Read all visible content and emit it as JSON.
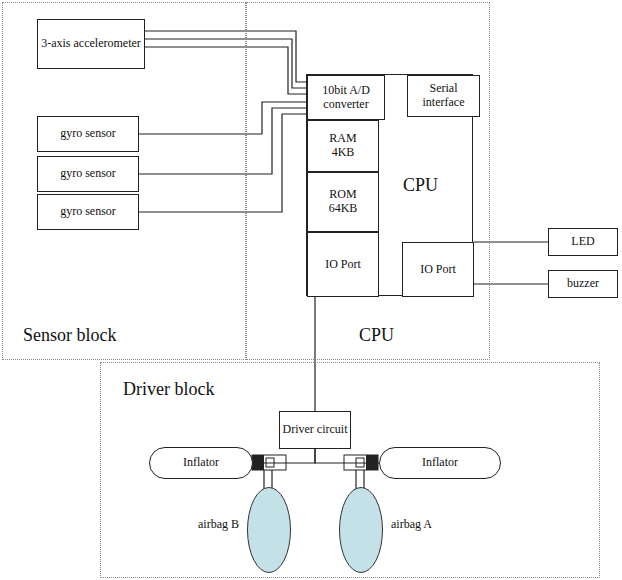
{
  "diagram": {
    "nodes": [
      {
        "text": [
          "Sensor block"
        ]
      },
      {
        "text": [
          "3-axis accelerometer"
        ],
        "in": 0
      },
      {
        "text": [
          "gyro sensor"
        ],
        "in": 0
      },
      {
        "text": [
          "gyro sensor"
        ],
        "in": 0
      },
      {
        "text": [
          "gyro sensor"
        ],
        "in": 0
      },
      {
        "text": [
          "CPU"
        ]
      },
      {
        "text": [
          "CPU"
        ],
        "in": 5
      },
      {
        "text": [
          "10bit A/D converter"
        ],
        "in": 6
      },
      {
        "text": [
          "Serial interface"
        ],
        "in": 6
      },
      {
        "text": [
          "RAM 4KB"
        ],
        "in": 6
      },
      {
        "text": [
          "ROM 64KB"
        ],
        "in": 6
      },
      {
        "text": [
          "IO Port"
        ],
        "in": 6
      },
      {
        "text": [
          "IO Port"
        ],
        "in": 6
      },
      {
        "text": [
          "LED"
        ]
      },
      {
        "text": [
          "buzzer"
        ]
      },
      {
        "text": [
          "Driver block"
        ]
      },
      {
        "text": [
          "Driver circuit"
        ],
        "in": 15
      },
      {
        "text": [
          "Inflator"
        ],
        "in": 15
      },
      {
        "text": [
          "Inflator"
        ],
        "in": 15
      },
      {
        "text": [
          "airbag B"
        ],
        "in": 15
      },
      {
        "text": [
          "airbag A"
        ],
        "in": 15
      }
    ],
    "edges": [
      {
        "from": 1,
        "to": 7,
        "arrow": "none"
      },
      {
        "from": 1,
        "to": 7,
        "arrow": "none"
      },
      {
        "from": 1,
        "to": 7,
        "arrow": "none"
      },
      {
        "from": 2,
        "to": 7,
        "arrow": "none"
      },
      {
        "from": 3,
        "to": 7,
        "arrow": "none"
      },
      {
        "from": 4,
        "to": 7,
        "arrow": "none"
      },
      {
        "from": 12,
        "to": 13,
        "arrow": "none"
      },
      {
        "from": 12,
        "to": 14,
        "arrow": "none"
      },
      {
        "from": 11,
        "to": 16,
        "arrow": "none"
      },
      {
        "from": 16,
        "to": 17,
        "arrow": "none"
      },
      {
        "from": 16,
        "to": 18,
        "arrow": "none"
      }
    ]
  }
}
